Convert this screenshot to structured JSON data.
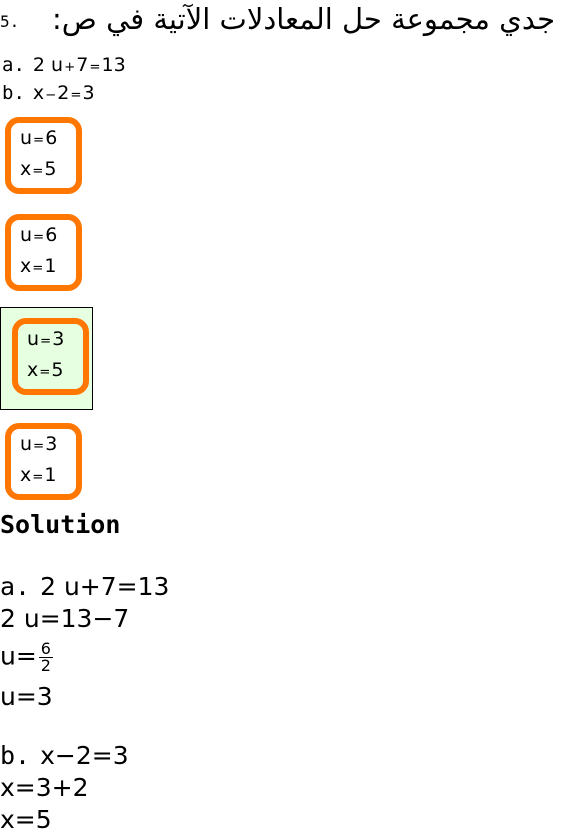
{
  "question": {
    "number": "5.",
    "text": "جدي مجموعة حل المعادلات الآتية في ص:",
    "equations": [
      {
        "label": "a.",
        "coef": "2",
        "var": "u",
        "op": "+",
        "const": "7",
        "eq": "=",
        "rhs": "13"
      },
      {
        "label": "b.",
        "coef": "",
        "var": "x",
        "op": "−",
        "const": "2",
        "eq": "=",
        "rhs": "3"
      }
    ]
  },
  "options": [
    {
      "u": "6",
      "x": "5",
      "selected": false
    },
    {
      "u": "6",
      "x": "1",
      "selected": false
    },
    {
      "u": "3",
      "x": "5",
      "selected": true
    },
    {
      "u": "3",
      "x": "1",
      "selected": false
    }
  ],
  "solution": {
    "title": "Solution",
    "part_a": {
      "label": "a.",
      "lines": [
        "2 u+7=13",
        "2 u=13−7"
      ],
      "fraction_lhs": "u=",
      "fraction_num": "6",
      "fraction_den": "2",
      "result": "u=3"
    },
    "part_b": {
      "label": "b.",
      "lines": [
        "x−2=3",
        "x=3+2",
        "x=5"
      ]
    }
  },
  "colors": {
    "option_border": "#ff7700",
    "selected_background": "#e6ffe0"
  }
}
